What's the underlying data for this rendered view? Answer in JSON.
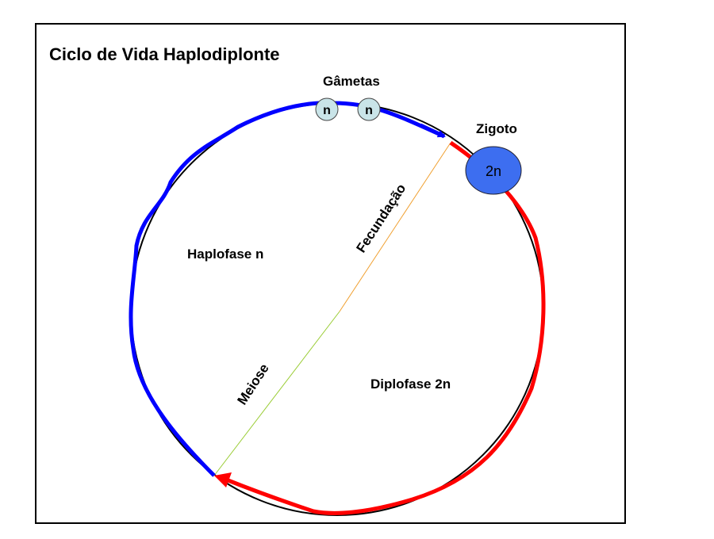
{
  "title": "Ciclo de Vida Haplodiplonte",
  "labels": {
    "gametes": "Gâmetas",
    "gamete_ploidy": "n",
    "zygote": "Zigoto",
    "zygote_ploidy": "2n",
    "haplophase": "Haplofase n",
    "diplophase": "Diplofase 2n",
    "fertilization": "Fecundação",
    "meiosis": "Meiose"
  },
  "colors": {
    "haplophase": "#0000ff",
    "diplophase": "#ff0000",
    "gamete_fill": "#c9e4e8",
    "zygote_fill": "#3d6ef0",
    "fertilization_line": "#f0a030",
    "meiosis_line": "#99cc33"
  }
}
